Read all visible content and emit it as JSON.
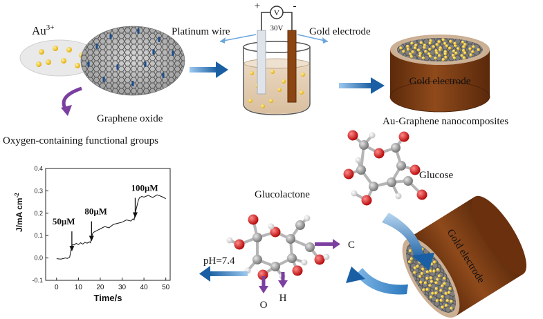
{
  "labels": {
    "au3": "Au",
    "au3_sup": "3+",
    "graphene_oxide": "Graphene oxide",
    "oxygen_groups": "Oxygen-containing functional groups",
    "platinum_wire": "Platinum wire",
    "gold_electrode_top": "Gold electrode",
    "plus": "+",
    "minus": "-",
    "voltmeter": "V",
    "voltage": "30V",
    "gold_electrode_disc": "Gold electrode",
    "au_graphene": "Au-Graphene nanocomposites",
    "glucose": "Glucose",
    "glucolactone": "Glucolactone",
    "gold_electrode_bottom": "Gold electrode",
    "ph": "pH=7.4",
    "legend_c": "C",
    "legend_o": "O",
    "legend_h": "H"
  },
  "colors": {
    "gold": "#f5c518",
    "electrode_brown": "#7b3a12",
    "graphene_grey": "#8a8a8a",
    "arrow_blue": "#1f6fb5",
    "purple": "#7b3fa0",
    "oxygen_red": "#d92020",
    "carbon_grey": "#9a9a9a",
    "hydrogen_white": "#f4f4f4"
  },
  "chart_data": {
    "type": "line",
    "xlabel": "Time/s",
    "ylabel": "J/mA cm",
    "ylabel_sup": "-2",
    "xlim": [
      -5,
      52
    ],
    "ylim": [
      -0.1,
      0.4
    ],
    "xticks": [
      0,
      10,
      20,
      30,
      40,
      50
    ],
    "yticks": [
      -0.1,
      0.0,
      0.1,
      0.2,
      0.3,
      0.4
    ],
    "ytick_labels": [
      "-0.1",
      "0.0",
      "0.1",
      "0.2",
      "0.3",
      "0.4"
    ],
    "annotations": [
      {
        "text": "50μM",
        "x": 7,
        "y": 0.02
      },
      {
        "text": "80μM",
        "x": 16,
        "y": 0.065
      },
      {
        "text": "100μM",
        "x": 36,
        "y": 0.17
      }
    ],
    "series": [
      {
        "x": [
          0,
          2,
          4,
          5,
          6,
          6.5,
          7,
          7.5,
          8,
          9,
          10,
          11,
          12,
          13,
          14,
          15,
          15.5,
          16,
          16.5,
          17,
          18,
          19,
          20,
          22,
          24,
          26,
          28,
          30,
          32,
          34,
          35,
          35.5,
          36,
          37,
          37.5,
          38,
          39,
          40,
          42,
          44,
          46,
          48,
          50
        ],
        "y": [
          -0.003,
          -0.005,
          0.0,
          -0.002,
          0.003,
          0.03,
          0.055,
          0.06,
          0.058,
          0.065,
          0.06,
          0.068,
          0.062,
          0.07,
          0.066,
          0.072,
          0.068,
          0.09,
          0.11,
          0.115,
          0.12,
          0.125,
          0.13,
          0.14,
          0.135,
          0.15,
          0.155,
          0.16,
          0.17,
          0.165,
          0.175,
          0.17,
          0.2,
          0.24,
          0.26,
          0.27,
          0.275,
          0.272,
          0.28,
          0.27,
          0.282,
          0.275,
          0.265
        ]
      }
    ]
  }
}
